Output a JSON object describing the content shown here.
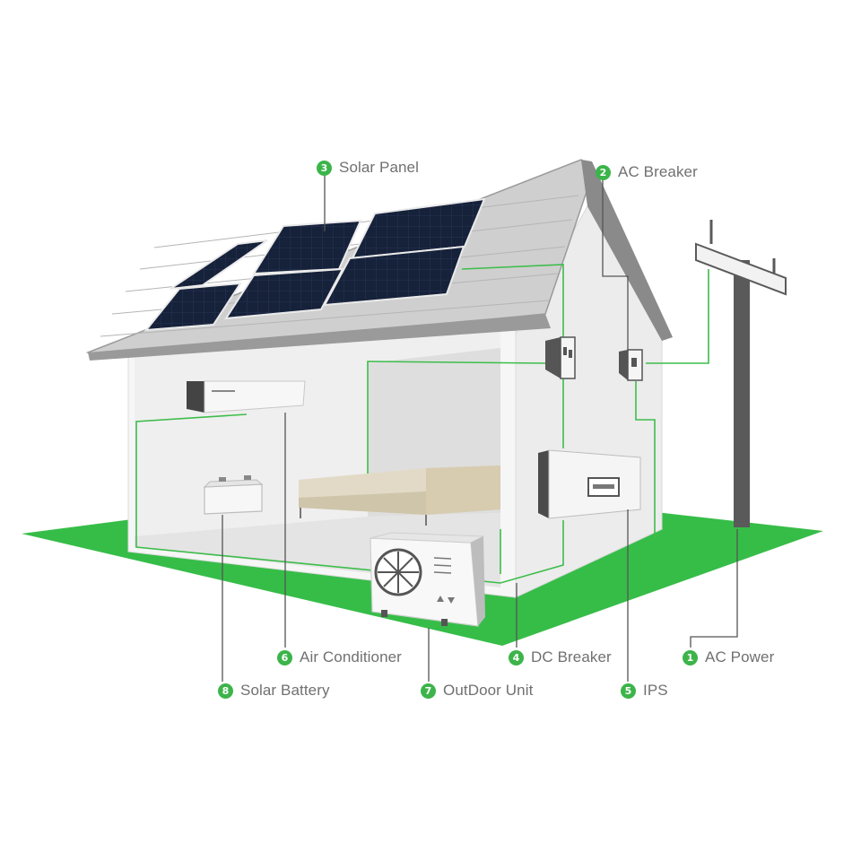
{
  "colors": {
    "accent_green": "#3cb44a",
    "wire_green": "#3dbd4a",
    "wall": "#f2f2f2",
    "roof": "#8a8a8a",
    "panel": "#16213a",
    "label_text": "#707070"
  },
  "callouts": [
    {
      "id": "solar-panel",
      "number": "3",
      "label": "Solar Panel"
    },
    {
      "id": "ac-breaker",
      "number": "2",
      "label": "AC Breaker"
    },
    {
      "id": "air-conditioner",
      "number": "6",
      "label": "Air Conditioner"
    },
    {
      "id": "dc-breaker",
      "number": "4",
      "label": "DC Breaker"
    },
    {
      "id": "ac-power",
      "number": "1",
      "label": "AC Power"
    },
    {
      "id": "solar-battery",
      "number": "8",
      "label": "Solar Battery"
    },
    {
      "id": "outdoor-unit",
      "number": "7",
      "label": "OutDoor Unit"
    },
    {
      "id": "ips",
      "number": "5",
      "label": "IPS"
    }
  ]
}
